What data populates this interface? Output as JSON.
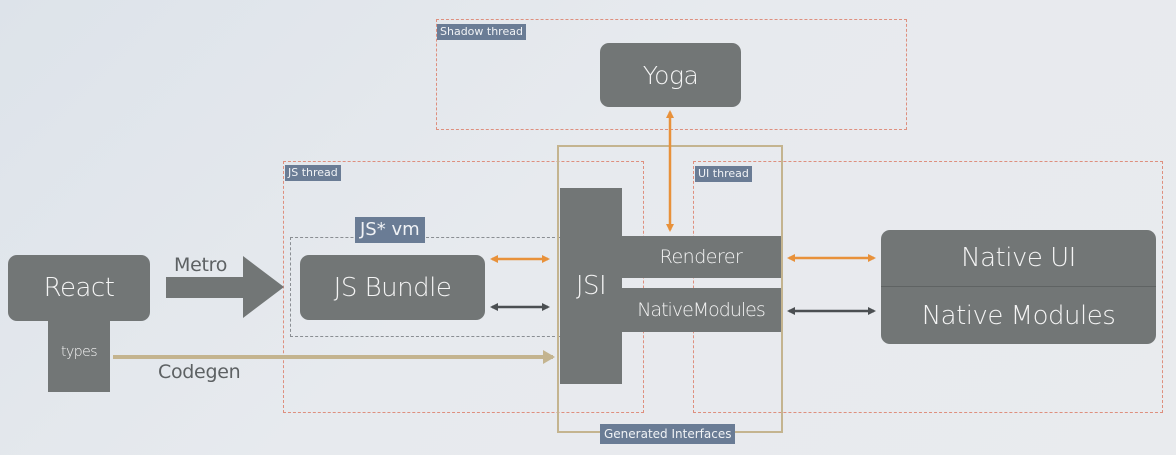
{
  "diagram": {
    "title": "React Native architecture",
    "regions": {
      "shadow_thread": "Shadow thread",
      "js_thread": "JS thread",
      "ui_thread": "UI thread",
      "js_vm": "JS* vm",
      "generated_interfaces": "Generated Interfaces"
    },
    "nodes": {
      "yoga": "Yoga",
      "react": "React",
      "types": "types",
      "js_bundle": "JS Bundle",
      "jsi": "JSI",
      "renderer": "Renderer",
      "native_modules_bridge": "NativeModules",
      "native_ui": "Native UI",
      "native_modules": "Native Modules"
    },
    "edges": {
      "metro": "Metro",
      "codegen": "Codegen"
    },
    "colors": {
      "background": "#e6e9ed",
      "node": "#727676",
      "tag": "#6a7c95",
      "thread_border": "#de8f7e",
      "vm_border": "#8a8e93",
      "generated_frame": "#c4b48f",
      "orange_arrow": "#e8913a",
      "dark_arrow": "#4b4f52",
      "codegen_arrow": "#c4b48f"
    }
  }
}
